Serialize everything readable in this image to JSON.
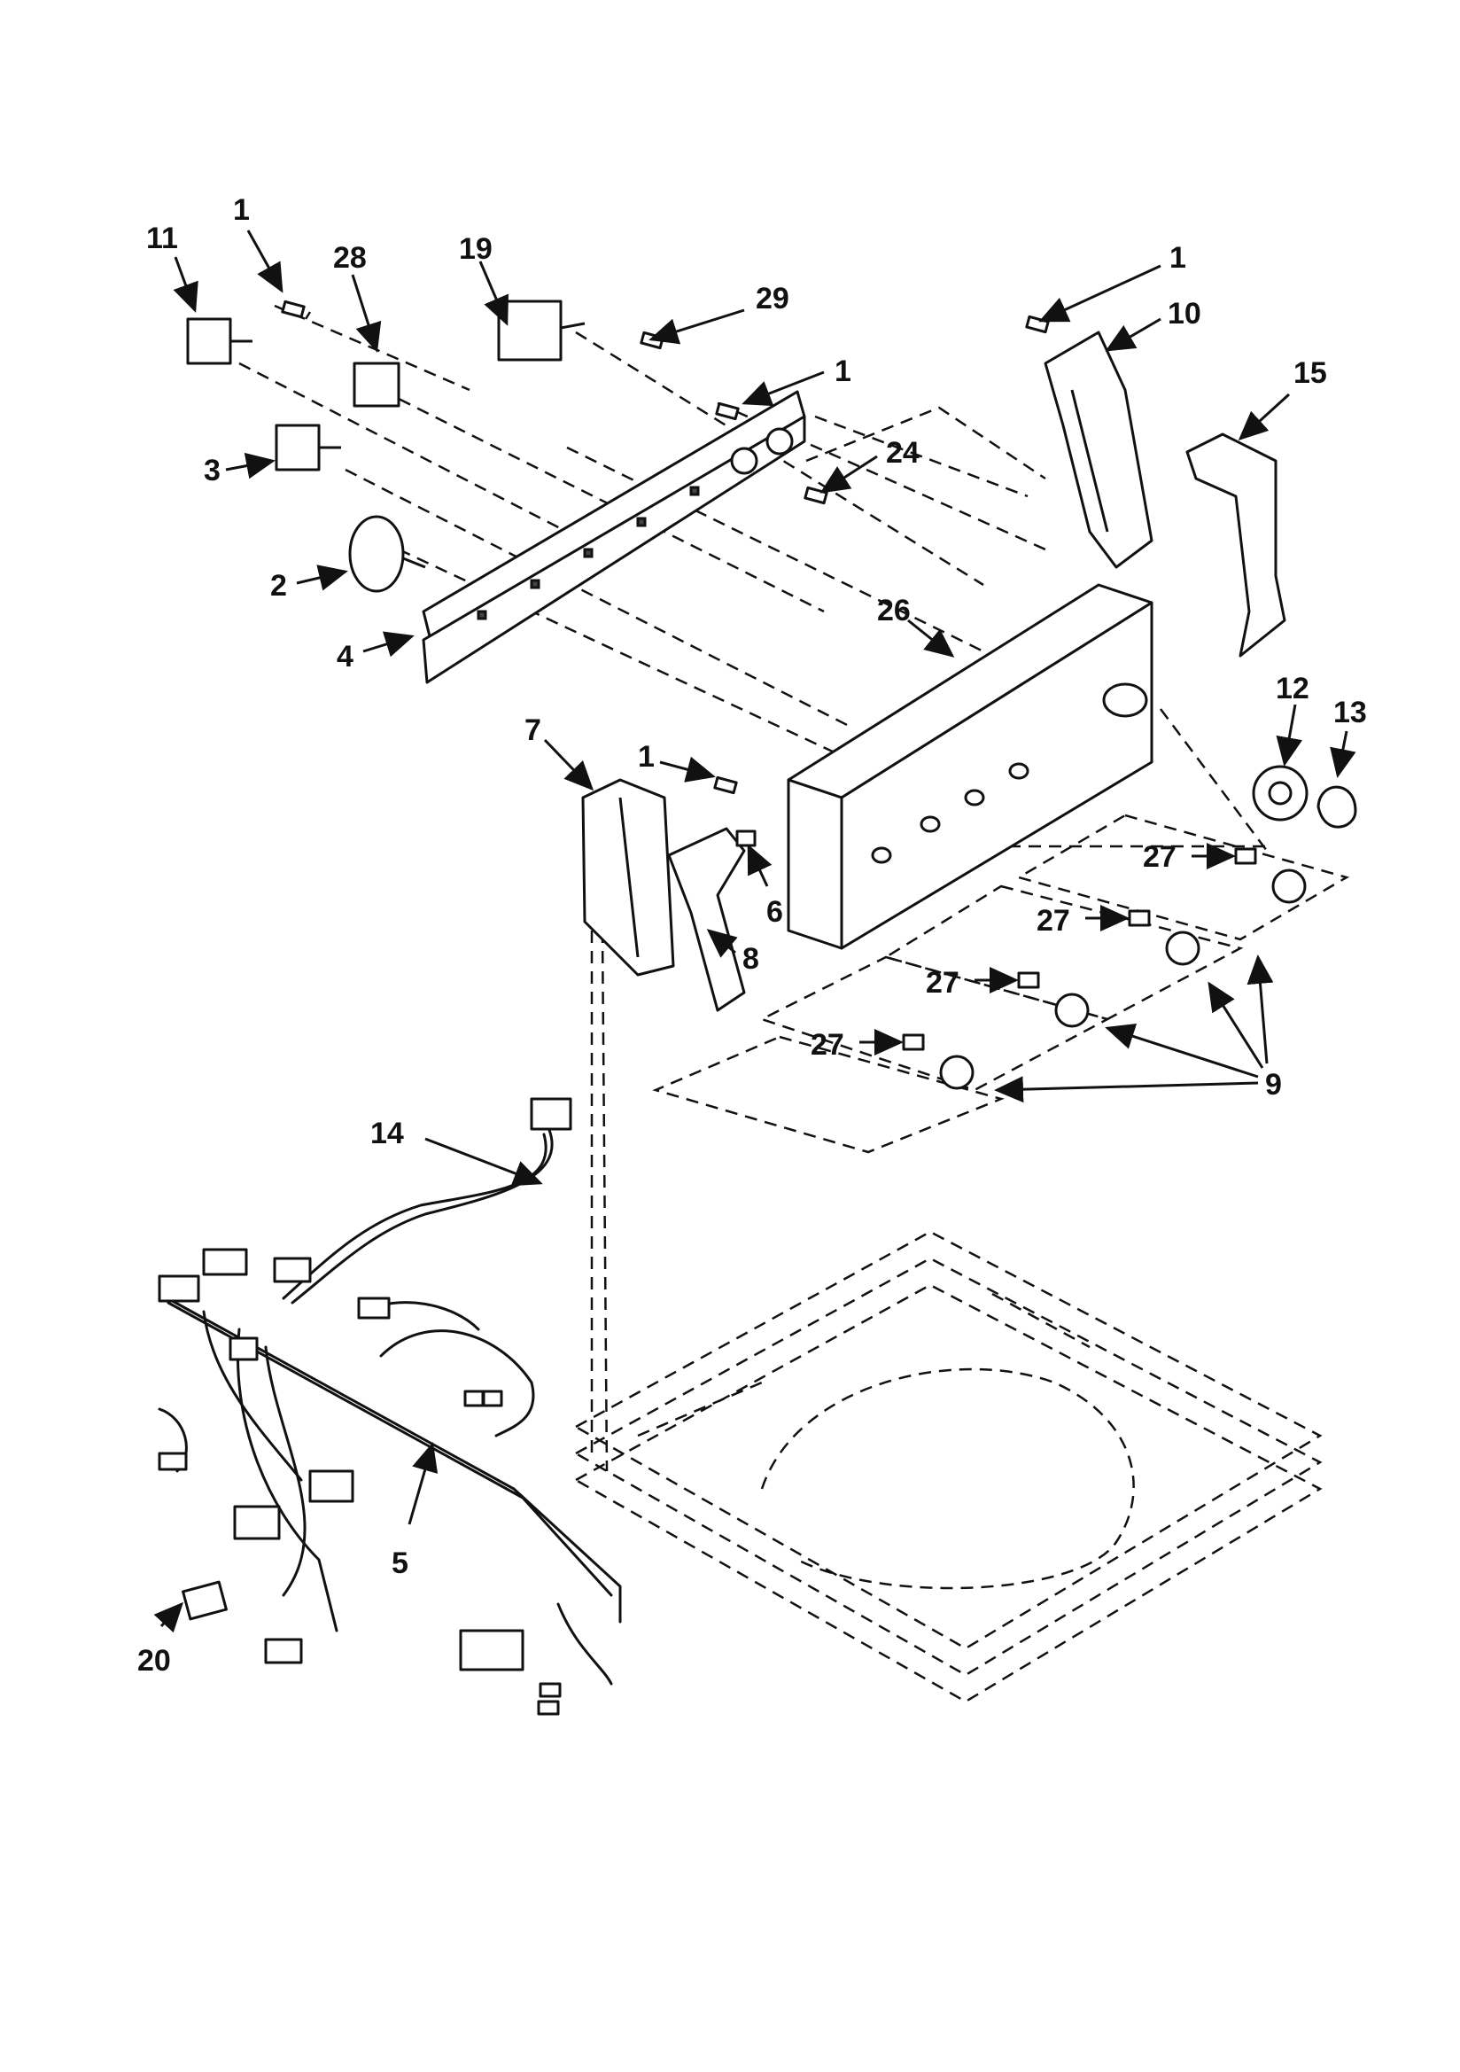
{
  "callouts": [
    "11",
    "1",
    "28",
    "19",
    "1",
    "10",
    "15",
    "29",
    "1",
    "24",
    "3",
    "2",
    "4",
    "26",
    "7",
    "1",
    "12",
    "13",
    "6",
    "8",
    "27",
    "27",
    "27",
    "27",
    "9",
    "14",
    "5",
    "20"
  ],
  "colors": {
    "ink": "#111111",
    "paper": "#ffffff"
  }
}
